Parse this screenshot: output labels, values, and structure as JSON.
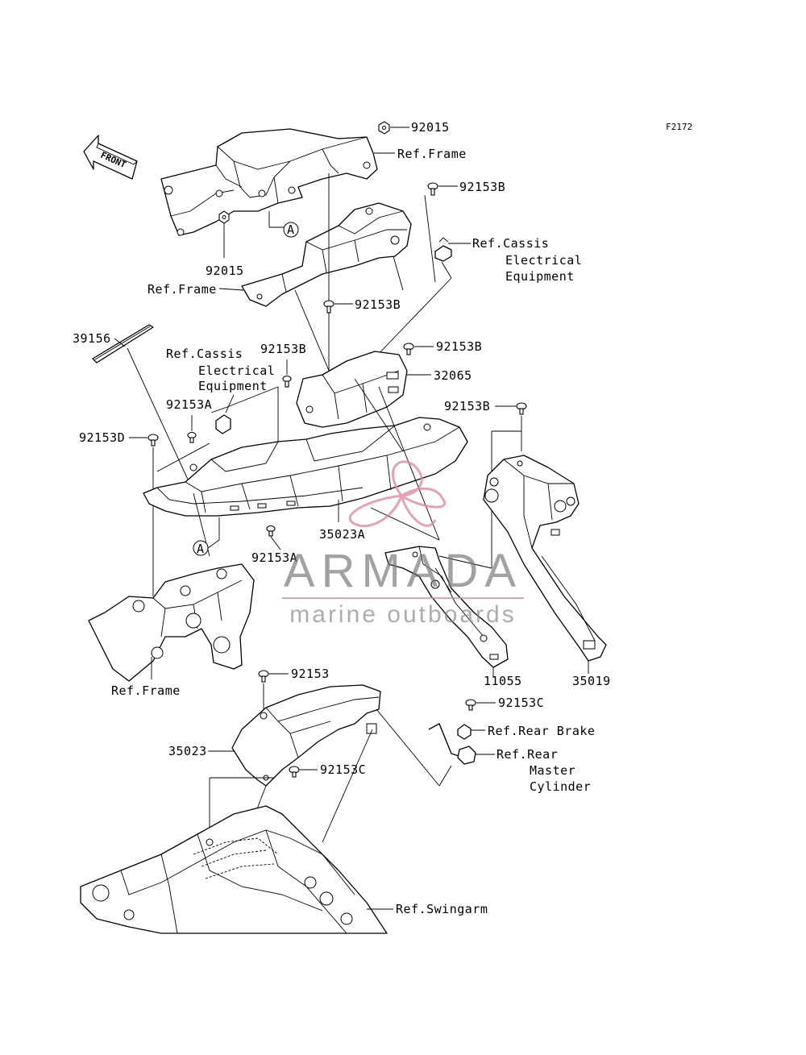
{
  "figure_code": "F2172",
  "front_label": "FRONT",
  "callout_a": "A",
  "watermark": {
    "brand": "ARMADA",
    "tagline": "marine outboards",
    "accent_color": "#e08aa8"
  },
  "labels": {
    "p92015_top": "92015",
    "ref_frame_top": "Ref.Frame",
    "p92153B_1": "92153B",
    "ref_cassis_1_l1": "Ref.Cassis",
    "ref_cassis_1_l2": "Electrical",
    "ref_cassis_1_l3": "Equipment",
    "p92015_bottom": "92015",
    "ref_frame_mid": "Ref.Frame",
    "p92153B_2": "92153B",
    "p39156": "39156",
    "ref_cassis_2_l1": "Ref.Cassis",
    "ref_cassis_2_l2": "Electrical",
    "ref_cassis_2_l3": "Equipment",
    "p92153B_3": "92153B",
    "p92153B_4": "92153B",
    "p32065": "32065",
    "p92153A_1": "92153A",
    "p92153D": "92153D",
    "p92153B_5": "92153B",
    "p92153A_2": "92153A",
    "p35023A": "35023A",
    "ref_frame_bottom": "Ref.Frame",
    "p11055": "11055",
    "p35019": "35019",
    "p92153": "92153",
    "p92153C_1": "92153C",
    "ref_rear_brake": "Ref.Rear Brake",
    "p35023": "35023",
    "p92153C_2": "92153C",
    "ref_rear_master_l1": "Ref.Rear",
    "ref_rear_master_l2": "Master",
    "ref_rear_master_l3": "Cylinder",
    "ref_swingarm": "Ref.Swingarm"
  }
}
